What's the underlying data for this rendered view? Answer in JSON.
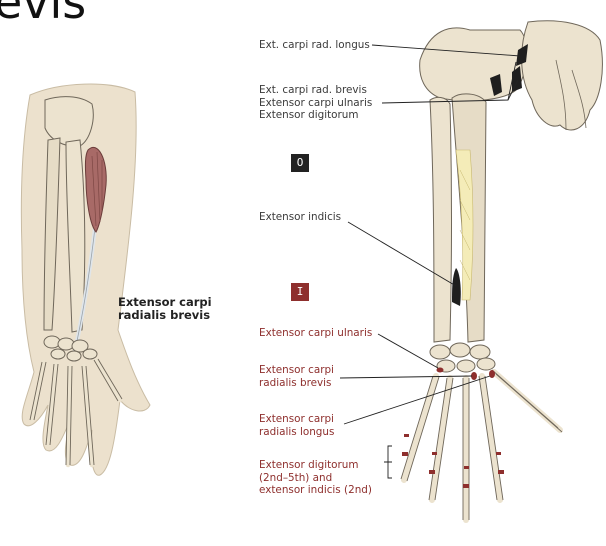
{
  "title": "evis",
  "main_label": "Extensor carpi\nradialis brevis",
  "origin_badge": "O",
  "insertion_badge": "I",
  "origin_labels": {
    "ext_carpi_rad_longus": "Ext. carpi rad. longus",
    "ext_carpi_rad_brevis_group": "Ext. carpi rad. brevis\nExtensor carpi ulnaris\nExtensor digitorum",
    "extensor_indicis": "Extensor indicis"
  },
  "insertion_labels": {
    "extensor_carpi_ulnaris": "Extensor carpi ulnaris",
    "extensor_carpi_radialis_brevis": "Extensor carpi\nradialis brevis",
    "extensor_carpi_radialis_longus": "Extensor carpi\nradialis longus",
    "extensor_digitorum_indicis": "Extensor digitorum\n(2nd–5th) and\nextensor indicis (2nd)"
  },
  "colors": {
    "bone": "#ece3cf",
    "bone_outline": "#6f675a",
    "skin": "#ece1cd",
    "muscle": "#a86a67",
    "origin_mark": "#1f1f1f",
    "insertion_mark": "#8e2f2d",
    "tendon": "#dfe5ea"
  }
}
